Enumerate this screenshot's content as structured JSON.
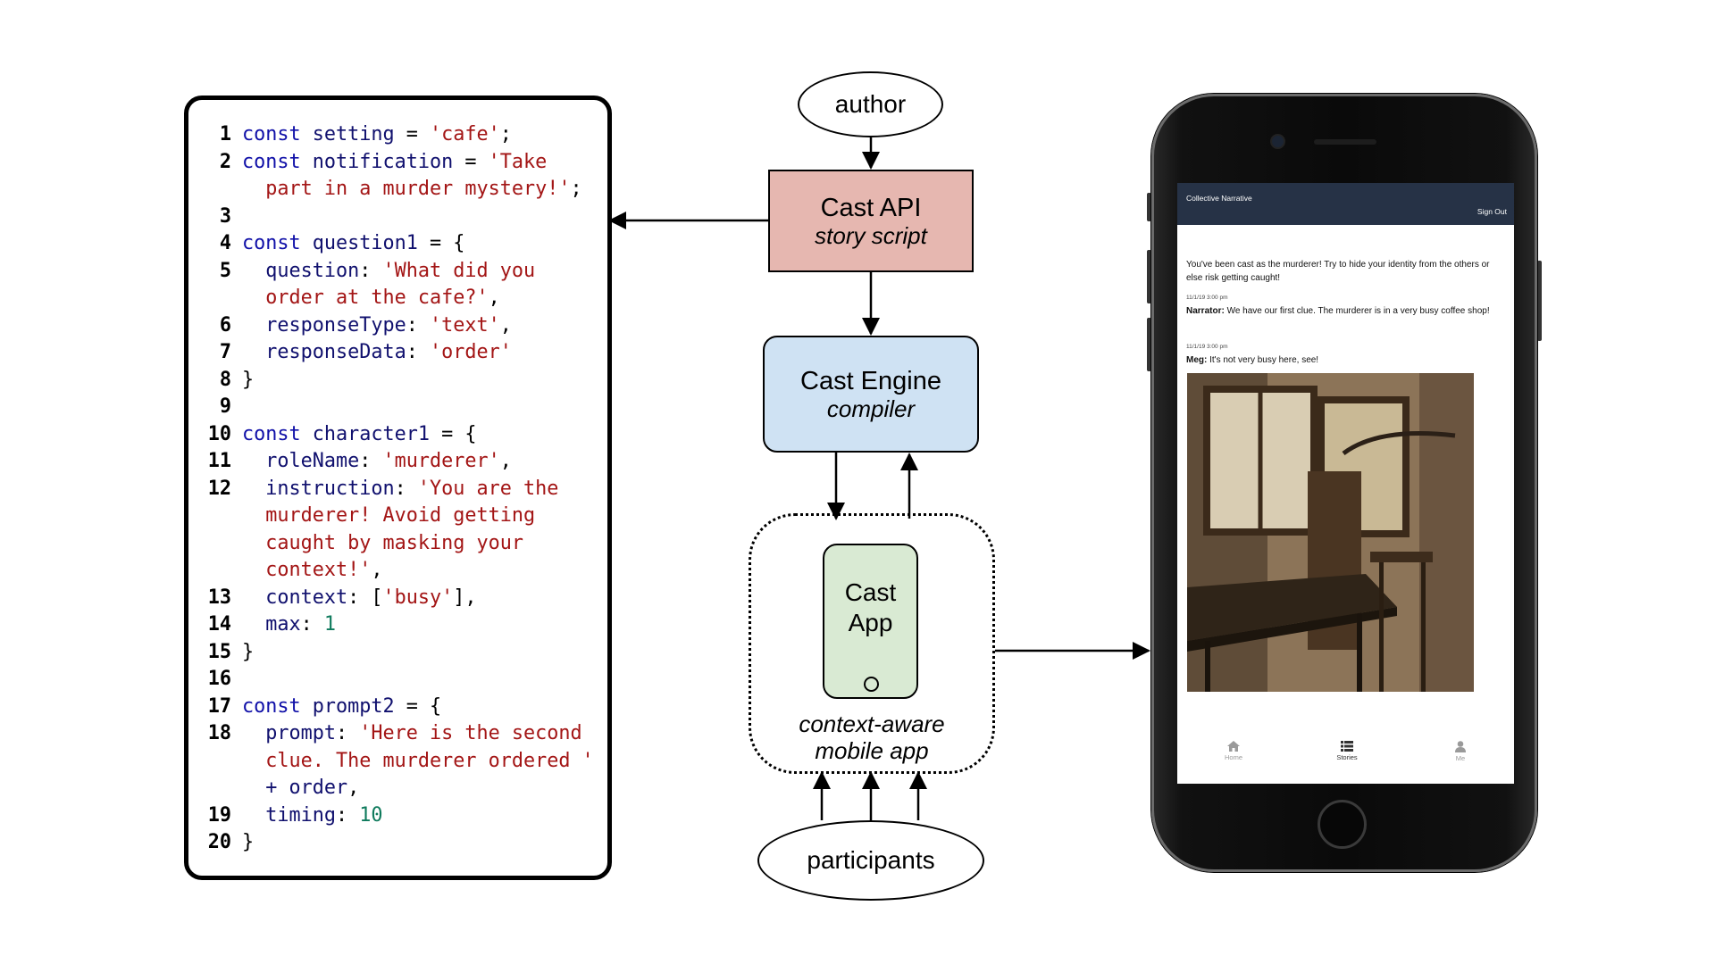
{
  "code": {
    "lines": [
      {
        "n": "1",
        "tokens": [
          {
            "t": "const ",
            "c": "kw"
          },
          {
            "t": "setting",
            "c": "id"
          },
          {
            "t": " = ",
            "c": "op"
          },
          {
            "t": "'cafe'",
            "c": "str"
          },
          {
            "t": ";",
            "c": "op"
          }
        ]
      },
      {
        "n": "2",
        "tokens": [
          {
            "t": "const ",
            "c": "kw"
          },
          {
            "t": "notification",
            "c": "id"
          },
          {
            "t": " = ",
            "c": "op"
          },
          {
            "t": "'Take",
            "c": "str"
          }
        ]
      },
      {
        "n": "",
        "tokens": [
          {
            "t": "  part in a murder mystery!'",
            "c": "str"
          },
          {
            "t": ";",
            "c": "op"
          }
        ]
      },
      {
        "n": "3",
        "tokens": []
      },
      {
        "n": "4",
        "tokens": [
          {
            "t": "const ",
            "c": "kw"
          },
          {
            "t": "question1",
            "c": "id"
          },
          {
            "t": " = {",
            "c": "op"
          }
        ]
      },
      {
        "n": "5",
        "tokens": [
          {
            "t": "  question",
            "c": "id"
          },
          {
            "t": ": ",
            "c": "op"
          },
          {
            "t": "'What did you",
            "c": "str"
          }
        ]
      },
      {
        "n": "",
        "tokens": [
          {
            "t": "  order at the cafe?'",
            "c": "str"
          },
          {
            "t": ",",
            "c": "op"
          }
        ]
      },
      {
        "n": "6",
        "tokens": [
          {
            "t": "  responseType",
            "c": "id"
          },
          {
            "t": ": ",
            "c": "op"
          },
          {
            "t": "'text'",
            "c": "str"
          },
          {
            "t": ",",
            "c": "op"
          }
        ]
      },
      {
        "n": "7",
        "tokens": [
          {
            "t": "  responseData",
            "c": "id"
          },
          {
            "t": ": ",
            "c": "op"
          },
          {
            "t": "'order'",
            "c": "str"
          }
        ]
      },
      {
        "n": "8",
        "tokens": [
          {
            "t": "}",
            "c": "op"
          }
        ]
      },
      {
        "n": "9",
        "tokens": []
      },
      {
        "n": "10",
        "tokens": [
          {
            "t": "const ",
            "c": "kw"
          },
          {
            "t": "character1",
            "c": "id"
          },
          {
            "t": " = {",
            "c": "op"
          }
        ]
      },
      {
        "n": "11",
        "tokens": [
          {
            "t": "  roleName",
            "c": "id"
          },
          {
            "t": ": ",
            "c": "op"
          },
          {
            "t": "'murderer'",
            "c": "str"
          },
          {
            "t": ",",
            "c": "op"
          }
        ]
      },
      {
        "n": "12",
        "tokens": [
          {
            "t": "  instruction",
            "c": "id"
          },
          {
            "t": ": ",
            "c": "op"
          },
          {
            "t": "'You are the",
            "c": "str"
          }
        ]
      },
      {
        "n": "",
        "tokens": [
          {
            "t": "  murderer! Avoid getting",
            "c": "str"
          }
        ]
      },
      {
        "n": "",
        "tokens": [
          {
            "t": "  caught by masking your",
            "c": "str"
          }
        ]
      },
      {
        "n": "",
        "tokens": [
          {
            "t": "  context!'",
            "c": "str"
          },
          {
            "t": ",",
            "c": "op"
          }
        ]
      },
      {
        "n": "13",
        "tokens": [
          {
            "t": "  context",
            "c": "id"
          },
          {
            "t": ": [",
            "c": "op"
          },
          {
            "t": "'busy'",
            "c": "str"
          },
          {
            "t": "],",
            "c": "op"
          }
        ]
      },
      {
        "n": "14",
        "tokens": [
          {
            "t": "  max",
            "c": "id"
          },
          {
            "t": ": ",
            "c": "op"
          },
          {
            "t": "1",
            "c": "num"
          }
        ]
      },
      {
        "n": "15",
        "tokens": [
          {
            "t": "}",
            "c": "op"
          }
        ]
      },
      {
        "n": "16",
        "tokens": []
      },
      {
        "n": "17",
        "tokens": [
          {
            "t": "const ",
            "c": "kw"
          },
          {
            "t": "prompt2",
            "c": "id"
          },
          {
            "t": " = {",
            "c": "op"
          }
        ]
      },
      {
        "n": "18",
        "tokens": [
          {
            "t": "  prompt",
            "c": "id"
          },
          {
            "t": ": ",
            "c": "op"
          },
          {
            "t": "'Here is the second",
            "c": "str"
          }
        ]
      },
      {
        "n": "",
        "tokens": [
          {
            "t": "  clue. The murderer ordered '",
            "c": "str"
          }
        ]
      },
      {
        "n": "",
        "tokens": [
          {
            "t": "  + order",
            "c": "id"
          },
          {
            "t": ",",
            "c": "op"
          }
        ]
      },
      {
        "n": "19",
        "tokens": [
          {
            "t": "  timing",
            "c": "id"
          },
          {
            "t": ": ",
            "c": "op"
          },
          {
            "t": "10",
            "c": "num"
          }
        ]
      },
      {
        "n": "20",
        "tokens": [
          {
            "t": "}",
            "c": "op"
          }
        ]
      }
    ]
  },
  "diagram": {
    "author": "author",
    "api_title": "Cast API",
    "api_subtitle": "story script",
    "engine_title": "Cast Engine",
    "engine_subtitle": "compiler",
    "app_label": "Cast\nApp",
    "app_caption": "context-aware\nmobile app",
    "participants": "participants"
  },
  "phone": {
    "app_title": "Collective Narrative",
    "sign_out": "Sign Out",
    "intro_message": "You've been cast as the murderer! Try to hide your identity from the others or else risk getting caught!",
    "messages": [
      {
        "timestamp": "11/1/19 3:00 pm",
        "speaker": "Narrator:",
        "text": " We have our first clue. The murderer is in a very busy coffee shop!"
      },
      {
        "timestamp": "11/1/19 3:00 pm",
        "speaker": "Meg:",
        "text": " It's not very busy here, see!"
      }
    ],
    "tabs": [
      {
        "label": "Home",
        "icon": "home-icon"
      },
      {
        "label": "Stories",
        "icon": "list-icon"
      },
      {
        "label": "Me",
        "icon": "user-icon"
      }
    ]
  },
  "colors": {
    "api_fill": "#e6b7b0",
    "engine_fill": "#cfe2f3",
    "app_fill": "#d9ead3",
    "keyword": "#1010a8",
    "string": "#a31515",
    "number": "#0e7a5c",
    "phone_header": "#263246"
  }
}
